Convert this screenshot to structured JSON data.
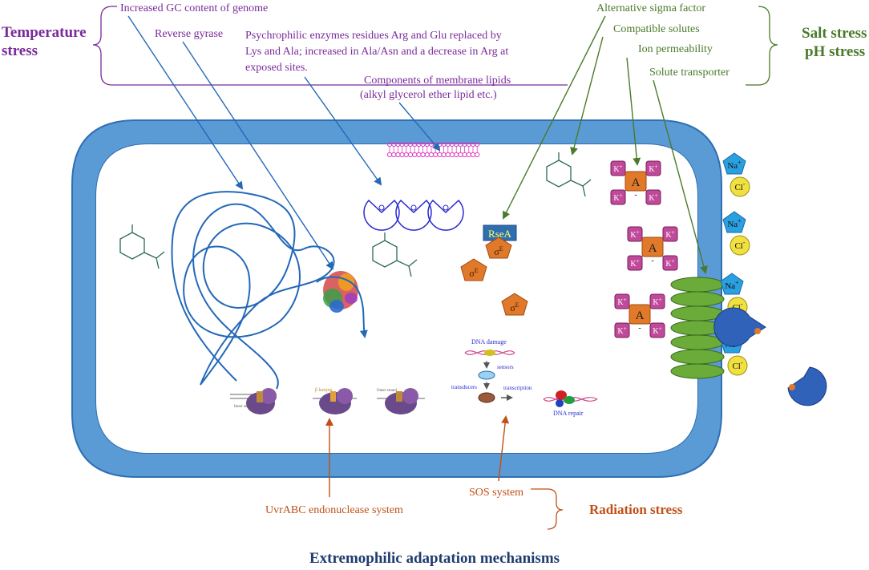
{
  "title": "Extremophilic adaptation mechanisms",
  "colors": {
    "temperature": "#7a2a9a",
    "salt_ph": "#4a7a2a",
    "radiation": "#c05018",
    "cell_wall": "#5b9bd5",
    "cell_wall_stroke": "#2e6fb3",
    "arrow_blue": "#2468b8",
    "title": "#1f3b6e"
  },
  "temperature_stress": {
    "label_line1": "Temperature",
    "label_line2": "stress",
    "gc_content": "Increased GC content of genome",
    "reverse_gyrase": "Reverse gyrase",
    "enzymes_line1": "Psychrophilic enzymes residues Arg and Glu  replaced  by",
    "enzymes_line2": "Lys and Ala; increased in Ala/Asn and a decrease in Arg at",
    "enzymes_line3": "exposed sites.",
    "lipids_line1": "Components of membrane lipids",
    "lipids_line2": "(alkyl glycerol ether lipid etc.)"
  },
  "salt_ph_stress": {
    "label_line1": "Salt stress",
    "label_line2": "pH stress",
    "sigma_factor": "Alternative sigma factor",
    "compatible_solutes": "Compatible solutes",
    "ion_permeability": "Ion permeability",
    "solute_transporter": "Solute transporter"
  },
  "radiation_stress": {
    "label": "Radiation stress",
    "uvrabc": "UvrABC endonuclease system",
    "sos": "SOS system"
  },
  "cell_labels": {
    "rsea": "RseA",
    "sigma": "σ",
    "sigma_sup": "E",
    "k": "K",
    "k_sup": "+",
    "a": "A",
    "a_sup": "-",
    "na": "Na",
    "na_sup": "+",
    "cl": "Cl",
    "cl_sup": "-",
    "dna_damage": "DNA damage",
    "sensors": "sensors",
    "transducers": "transducers",
    "transcription": "transcription",
    "dna_repair": "DNA repair",
    "inner_strand": "Inner strand",
    "outer_strand": "Outer strand",
    "beta_hairpin": "β hairpin"
  }
}
